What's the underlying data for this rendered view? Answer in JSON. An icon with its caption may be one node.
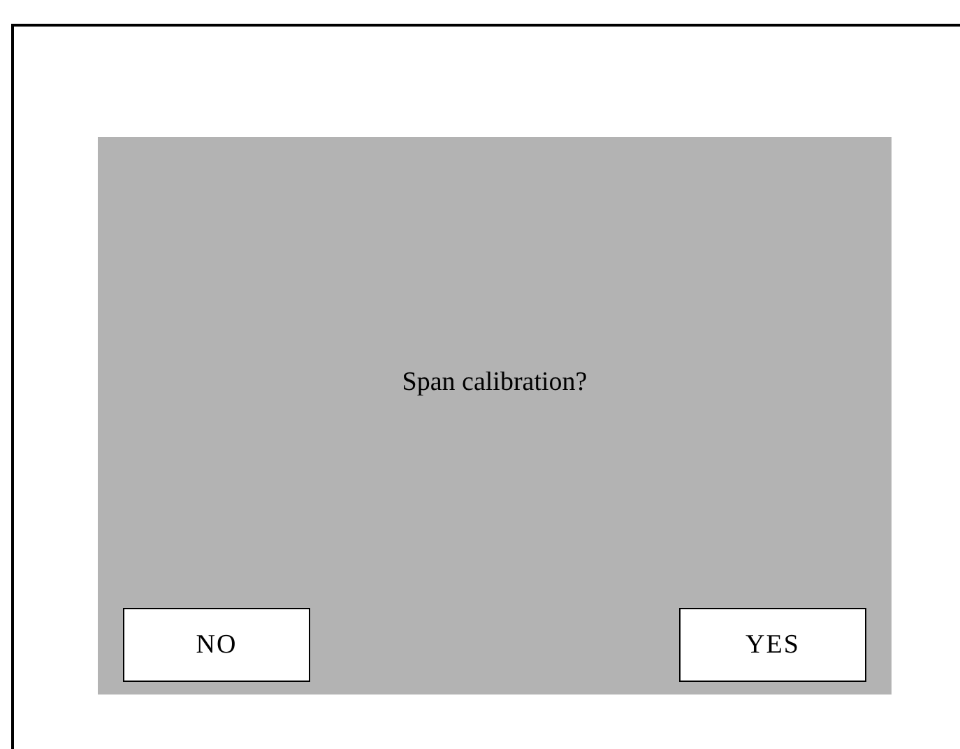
{
  "diagram": {
    "nodes": [
      {
        "text": [],
        "shape": "box"
      },
      {
        "text": [
          "Span calibration?"
        ],
        "in": 0
      },
      {
        "text": [
          "NO"
        ],
        "in": 1
      },
      {
        "text": [
          "YES"
        ],
        "in": 1
      }
    ]
  }
}
